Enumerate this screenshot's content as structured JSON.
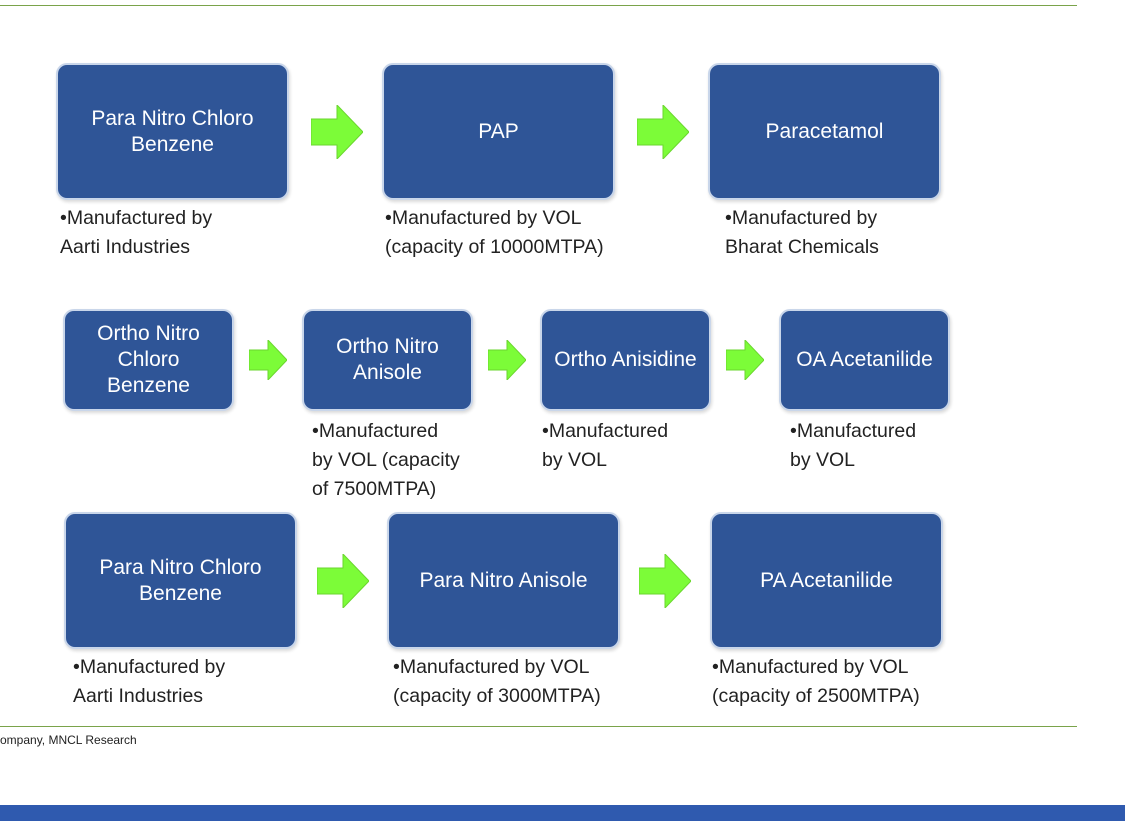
{
  "colors": {
    "box_fill": "#2f5597",
    "arrow_fill": "#7cfc38",
    "rule_line": "#7aa34a",
    "footer_bar": "#2f5aaf"
  },
  "rows": [
    {
      "boxes": [
        {
          "label": "Para Nitro Chloro Benzene",
          "note": "•Manufactured by\nAarti Industries"
        },
        {
          "label": "PAP",
          "note": "•Manufactured by VOL\n(capacity of 10000MTPA)"
        },
        {
          "label": "Paracetamol",
          "note": "•Manufactured by\nBharat Chemicals"
        }
      ]
    },
    {
      "boxes": [
        {
          "label": "Ortho Nitro Chloro Benzene",
          "note": ""
        },
        {
          "label": "Ortho Nitro Anisole",
          "note": "•Manufactured\nby VOL (capacity\nof 7500MTPA)"
        },
        {
          "label": "Ortho Anisidine",
          "note": "•Manufactured\nby VOL"
        },
        {
          "label": "OA Acetanilide",
          "note": "•Manufactured\nby VOL"
        }
      ]
    },
    {
      "boxes": [
        {
          "label": "Para Nitro Chloro Benzene",
          "note": "•Manufactured by\nAarti Industries"
        },
        {
          "label": "Para Nitro Anisole",
          "note": "•Manufactured by VOL\n(capacity of 3000MTPA)"
        },
        {
          "label": "PA Acetanilide",
          "note": "•Manufactured by VOL\n(capacity of 2500MTPA)"
        }
      ]
    }
  ],
  "source_note": "ompany, MNCL Research"
}
